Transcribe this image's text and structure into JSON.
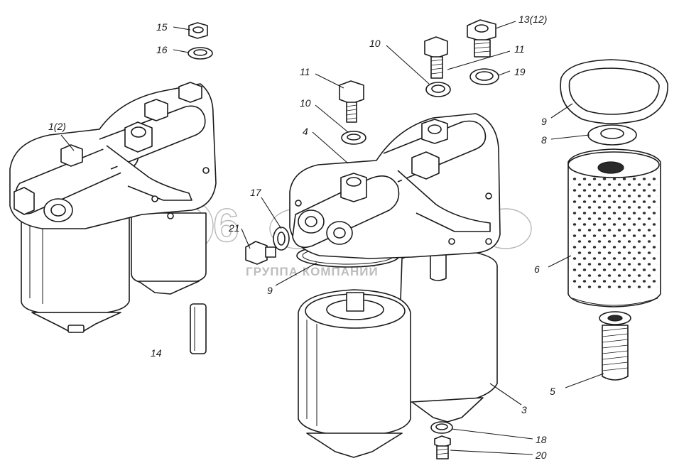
{
  "watermark": {
    "text": "ГРУППА КОМПАНИЙ",
    "color": "#bdbdbd"
  },
  "labels": [
    {
      "id": "15",
      "text": "15"
    },
    {
      "id": "16",
      "text": "16"
    },
    {
      "id": "1-2",
      "text": "1(2)"
    },
    {
      "id": "17",
      "text": "17"
    },
    {
      "id": "21",
      "text": "21"
    },
    {
      "id": "9-left",
      "text": "9"
    },
    {
      "id": "14",
      "text": "14"
    },
    {
      "id": "11-a",
      "text": "11"
    },
    {
      "id": "10-a",
      "text": "10"
    },
    {
      "id": "4",
      "text": "4"
    },
    {
      "id": "10-b",
      "text": "10"
    },
    {
      "id": "11-b",
      "text": "11"
    },
    {
      "id": "13-12",
      "text": "13(12)"
    },
    {
      "id": "19",
      "text": "19"
    },
    {
      "id": "9-right",
      "text": "9"
    },
    {
      "id": "8",
      "text": "8"
    },
    {
      "id": "6",
      "text": "6"
    },
    {
      "id": "5",
      "text": "5"
    },
    {
      "id": "3",
      "text": "3"
    },
    {
      "id": "18",
      "text": "18"
    },
    {
      "id": "20",
      "text": "20"
    }
  ]
}
